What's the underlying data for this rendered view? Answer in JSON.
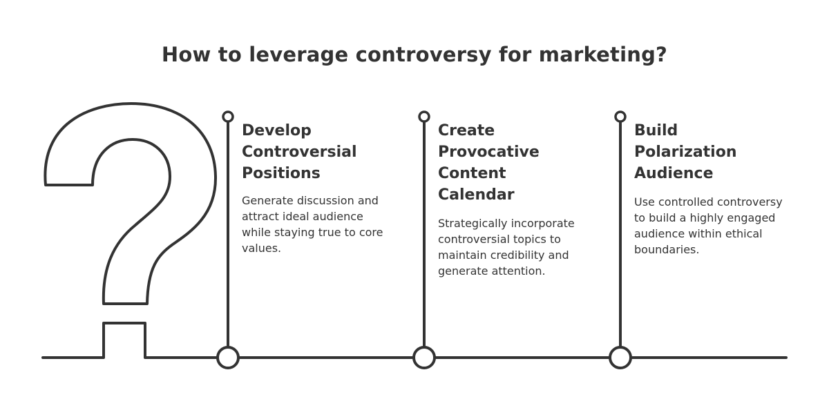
{
  "title": "How to leverage controversy for marketing?",
  "steps": [
    {
      "heading_lines": [
        "Develop",
        "Controversial",
        "Positions"
      ],
      "description": "Generate discussion and attract ideal audience while staying true to core values."
    },
    {
      "heading_lines": [
        "Create",
        "Provocative",
        "Content",
        "Calendar"
      ],
      "description": "Strategically incorporate controversial topics to maintain credibility and generate attention."
    },
    {
      "heading_lines": [
        "Build",
        "Polarization",
        "Audience"
      ],
      "description": "Use controlled controversy to build a highly engaged audience within ethical boundaries."
    }
  ],
  "icons": {
    "question_mark": "question-mark-icon"
  },
  "colors": {
    "ink": "#333333",
    "background": "#ffffff"
  }
}
